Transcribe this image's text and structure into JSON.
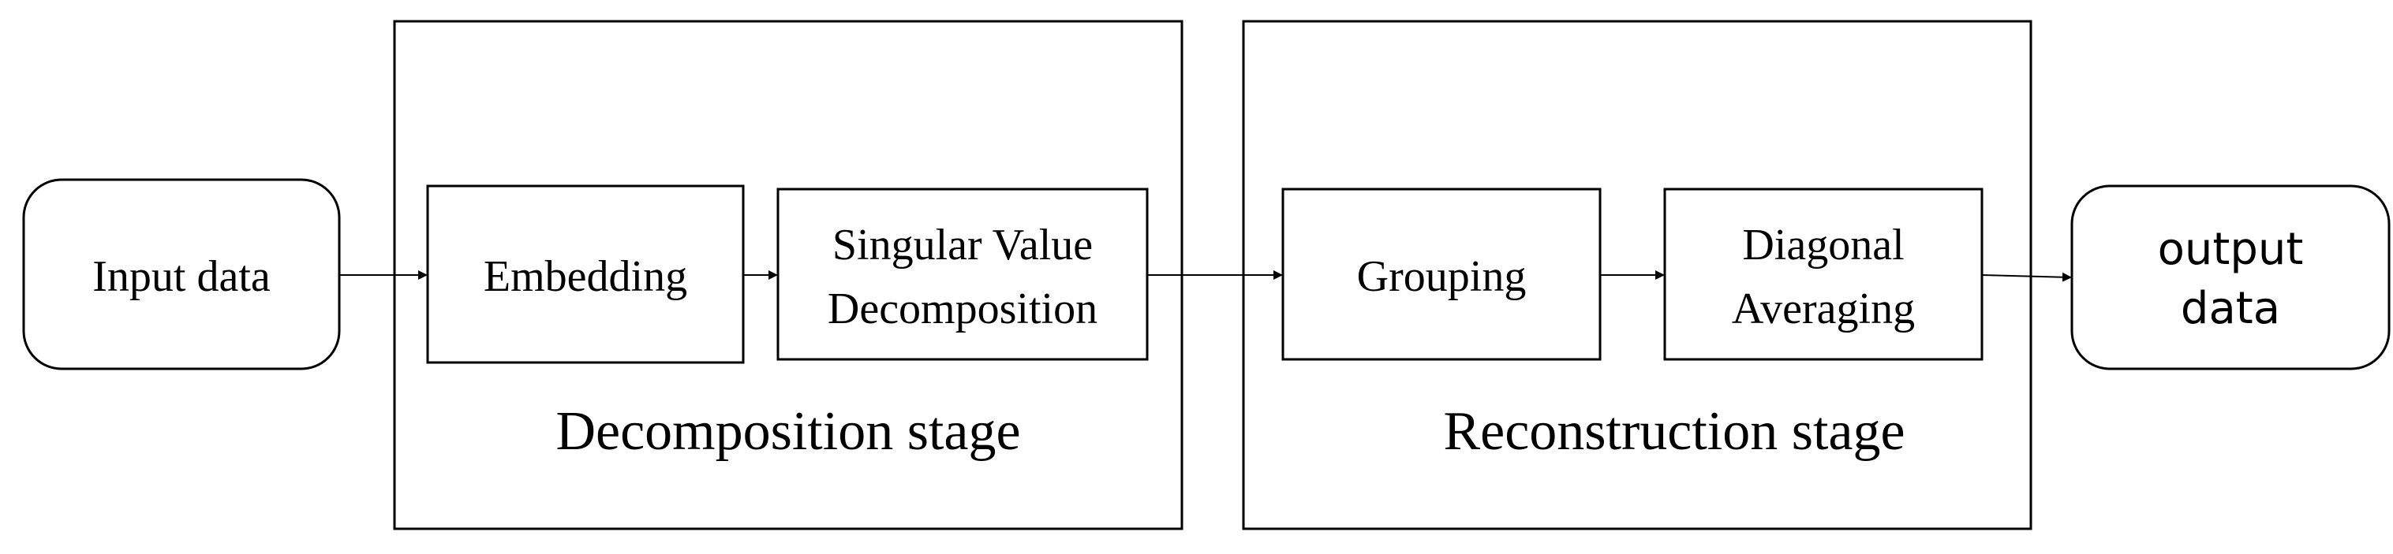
{
  "nodes": {
    "input": "Input data",
    "embedding": "Embedding",
    "svd_line1": "Singular Value",
    "svd_line2": "Decomposition",
    "grouping": "Grouping",
    "diag_line1": "Diagonal",
    "diag_line2": "Averaging",
    "output_line1": "output",
    "output_line2": "data"
  },
  "stages": {
    "decomposition": "Decomposition stage",
    "reconstruction": "Reconstruction stage"
  },
  "colors": {
    "stroke": "#000000",
    "background": "#ffffff"
  }
}
